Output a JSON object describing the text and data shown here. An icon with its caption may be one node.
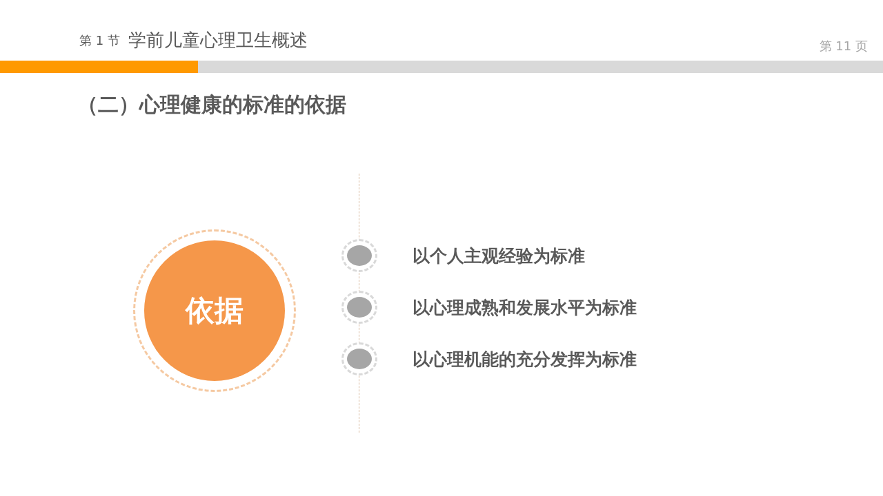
{
  "diagram": {
    "title": "（二）心理健康的标准的依据",
    "nodes": [
      {
        "text": [
          "依据"
        ]
      },
      {
        "text": [],
        "shape": "circle",
        "beside": [
          "以个人主观经验为标准"
        ]
      },
      {
        "text": [],
        "shape": "circle",
        "beside": [
          "以心理成熟和发展水平为标准"
        ]
      },
      {
        "text": [],
        "shape": "circle",
        "beside": [
          "以心理机能的充分发挥为标准"
        ]
      }
    ],
    "labels": [
      "第 1 节",
      "学前儿童心理卫生概述",
      "第 11 页"
    ]
  }
}
